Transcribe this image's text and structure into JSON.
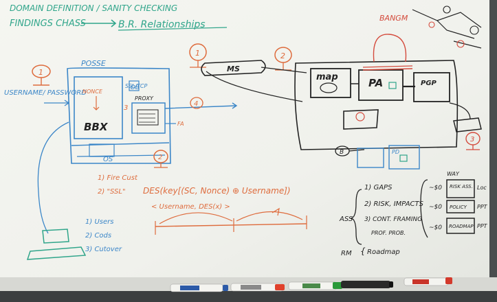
{
  "whiteboard": {
    "header": {
      "line1": "DOMAIN DEFINITION / SANITY CHECKING",
      "line2_left": "FINDINGS CHASS",
      "line2_right": "B.R. Relationships"
    },
    "left_diagram": {
      "step1": "1",
      "user_pass": "USERNAME/ PASSWORD",
      "posse": "POSSE",
      "bbx": "BBX",
      "db": "DB",
      "proxy": "PROXY",
      "step3": "3",
      "step4": "4",
      "fa": "FA",
      "step2": "2",
      "os": "OS",
      "list1": "1) Fire Cust",
      "list2": "2) \"SSL\"",
      "des_formula": "DES(key[(SC, Nonce) ⊕ Username])",
      "seq_label": "< Username, DES(x) >",
      "bottom_list": [
        "1) Users",
        "2) Cods",
        "3) Cutover"
      ]
    },
    "right_diagram": {
      "step1": "1",
      "ms": "MS",
      "step2": "2",
      "map": "map",
      "pa": "PA",
      "pgp": "PGP",
      "bangm": "BANGM",
      "step3": "3",
      "pd": "PD",
      "b": "B"
    },
    "assessment": {
      "ass": "ASS",
      "items": [
        "1) GAPS",
        "2) RISK, IMPACTS",
        "3) CONT. FRAMING",
        "PROF. PROB."
      ],
      "way": "WAY",
      "boxes": [
        "RISK ASS.",
        "POLICY",
        "ROADMAP"
      ],
      "estimates": [
        "~$0",
        "~$0",
        "~$0"
      ],
      "suffixes": [
        "Loc",
        "PPT",
        "PPT"
      ],
      "rm": "RM",
      "roadmap": "Roadmap"
    },
    "markers": [
      "blue",
      "red",
      "green",
      "red"
    ]
  },
  "colors": {
    "board": "#f1f2ec",
    "tray": "#d7d8d3",
    "frame": "#3c3f40",
    "green_ink": "#2fa58a",
    "red_ink": "#d44a3c",
    "orange_ink": "#de6b3c",
    "blue_ink": "#3b86c8",
    "black_ink": "#222222"
  }
}
